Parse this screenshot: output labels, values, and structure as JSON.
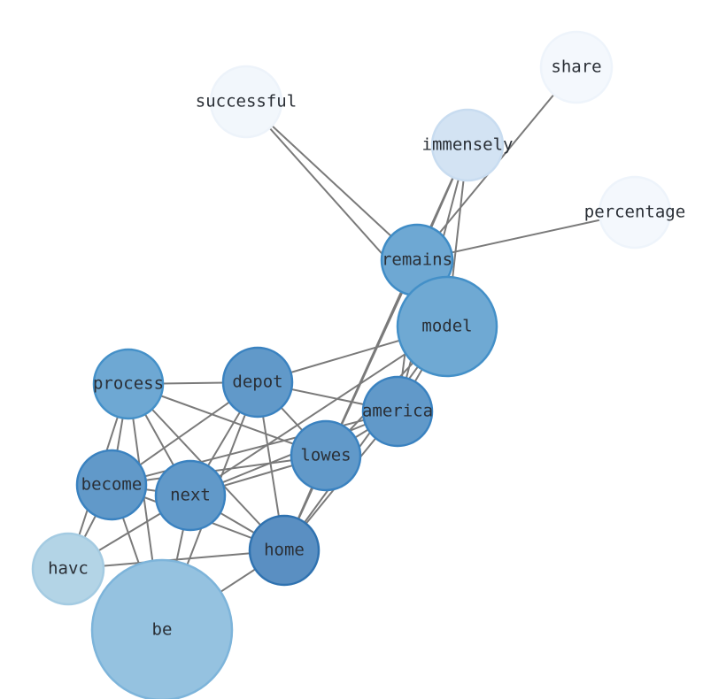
{
  "graph": {
    "nodes": [
      {
        "id": "share",
        "label": "share",
        "fill": "#f4f8fd",
        "stroke": "#eef4fb"
      },
      {
        "id": "successful",
        "label": "successful",
        "fill": "#f2f7fc",
        "stroke": "#edf3fa"
      },
      {
        "id": "immensely",
        "label": "immensely",
        "fill": "#d3e3f3",
        "stroke": "#c8dcf0"
      },
      {
        "id": "percentage",
        "label": "percentage",
        "fill": "#f4f8fd",
        "stroke": "#eef4fb"
      },
      {
        "id": "remains",
        "label": "remains",
        "fill": "#6ea8d3",
        "stroke": "#3f8cc6"
      },
      {
        "id": "model",
        "label": "model",
        "fill": "#6fa9d3",
        "stroke": "#4490c8"
      },
      {
        "id": "process",
        "label": "process",
        "fill": "#6ea8d3",
        "stroke": "#4490c8"
      },
      {
        "id": "depot",
        "label": "depot",
        "fill": "#6199c9",
        "stroke": "#3a82c0"
      },
      {
        "id": "america",
        "label": "america",
        "fill": "#6199c9",
        "stroke": "#3a82c0"
      },
      {
        "id": "lowes",
        "label": "lowes",
        "fill": "#6199c9",
        "stroke": "#3a82c0"
      },
      {
        "id": "become",
        "label": "become",
        "fill": "#6199c9",
        "stroke": "#3a82c0"
      },
      {
        "id": "next",
        "label": "next",
        "fill": "#6199c9",
        "stroke": "#3a82c0"
      },
      {
        "id": "home",
        "label": "home",
        "fill": "#5a8fc2",
        "stroke": "#2f72b0"
      },
      {
        "id": "havc",
        "label": "havc",
        "fill": "#b3d4e6",
        "stroke": "#a4cbe2"
      },
      {
        "id": "be",
        "label": "be",
        "fill": "#95c2e0",
        "stroke": "#7db4da"
      }
    ],
    "edges": [
      [
        "successful",
        "remains"
      ],
      [
        "successful",
        "model"
      ],
      [
        "share",
        "remains"
      ],
      [
        "immensely",
        "remains"
      ],
      [
        "immensely",
        "america"
      ],
      [
        "immensely",
        "model"
      ],
      [
        "immensely",
        "home"
      ],
      [
        "percentage",
        "remains"
      ],
      [
        "remains",
        "model"
      ],
      [
        "remains",
        "america"
      ],
      [
        "remains",
        "home"
      ],
      [
        "model",
        "depot"
      ],
      [
        "model",
        "america"
      ],
      [
        "model",
        "lowes"
      ],
      [
        "model",
        "home"
      ],
      [
        "model",
        "next"
      ],
      [
        "depot",
        "process"
      ],
      [
        "depot",
        "america"
      ],
      [
        "depot",
        "lowes"
      ],
      [
        "depot",
        "home"
      ],
      [
        "depot",
        "become"
      ],
      [
        "depot",
        "next"
      ],
      [
        "depot",
        "be"
      ],
      [
        "process",
        "lowes"
      ],
      [
        "process",
        "home"
      ],
      [
        "process",
        "next"
      ],
      [
        "process",
        "become"
      ],
      [
        "process",
        "havc"
      ],
      [
        "process",
        "be"
      ],
      [
        "america",
        "become"
      ],
      [
        "america",
        "next"
      ],
      [
        "america",
        "home"
      ],
      [
        "america",
        "lowes"
      ],
      [
        "lowes",
        "next"
      ],
      [
        "lowes",
        "home"
      ],
      [
        "lowes",
        "become"
      ],
      [
        "become",
        "home"
      ],
      [
        "become",
        "next"
      ],
      [
        "become",
        "be"
      ],
      [
        "become",
        "havc"
      ],
      [
        "next",
        "havc"
      ],
      [
        "next",
        "home"
      ],
      [
        "next",
        "be"
      ],
      [
        "home",
        "havc"
      ],
      [
        "home",
        "be"
      ]
    ],
    "edge_color": "#7a7a7a"
  }
}
